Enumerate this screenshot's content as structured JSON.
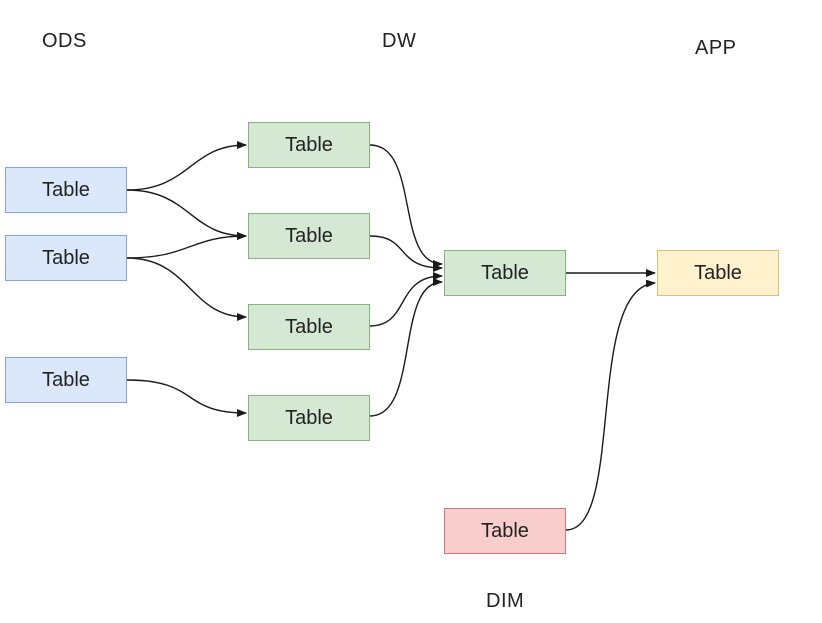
{
  "layers": {
    "ods": "ODS",
    "dw": "DW",
    "app": "APP",
    "dim": "DIM"
  },
  "nodes": {
    "ods_1": "Table",
    "ods_2": "Table",
    "ods_3": "Table",
    "dw_1": "Table",
    "dw_2": "Table",
    "dw_3": "Table",
    "dw_4": "Table",
    "dw_agg": "Table",
    "app": "Table",
    "dim": "Table"
  },
  "colors": {
    "ods_fill": "#dbe8fb",
    "dw_fill": "#d5e8d4",
    "app_fill": "#fff2cc",
    "dim_fill": "#f8cecc"
  }
}
